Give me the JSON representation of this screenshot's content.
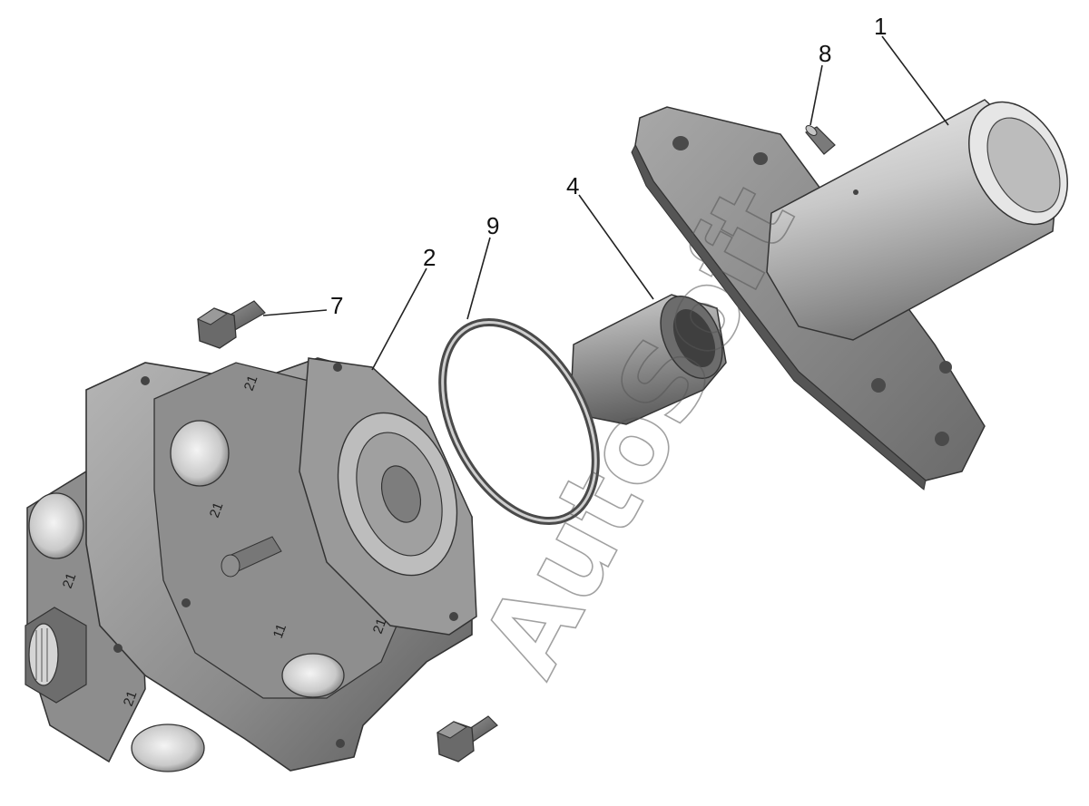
{
  "callouts": {
    "c1": "1",
    "c2": "2",
    "c4": "4",
    "c7": "7",
    "c8": "8",
    "c9": "9"
  },
  "watermark": "AutoSoft",
  "port_markings": {
    "m1": "21",
    "m2": "21",
    "m3": "21",
    "m4": "21",
    "m5": "11",
    "m6": "21"
  },
  "colors": {
    "metal_light": "#d9d9d9",
    "metal_mid": "#9a9a9a",
    "metal_dark": "#5e5e5e",
    "line": "#222222"
  }
}
